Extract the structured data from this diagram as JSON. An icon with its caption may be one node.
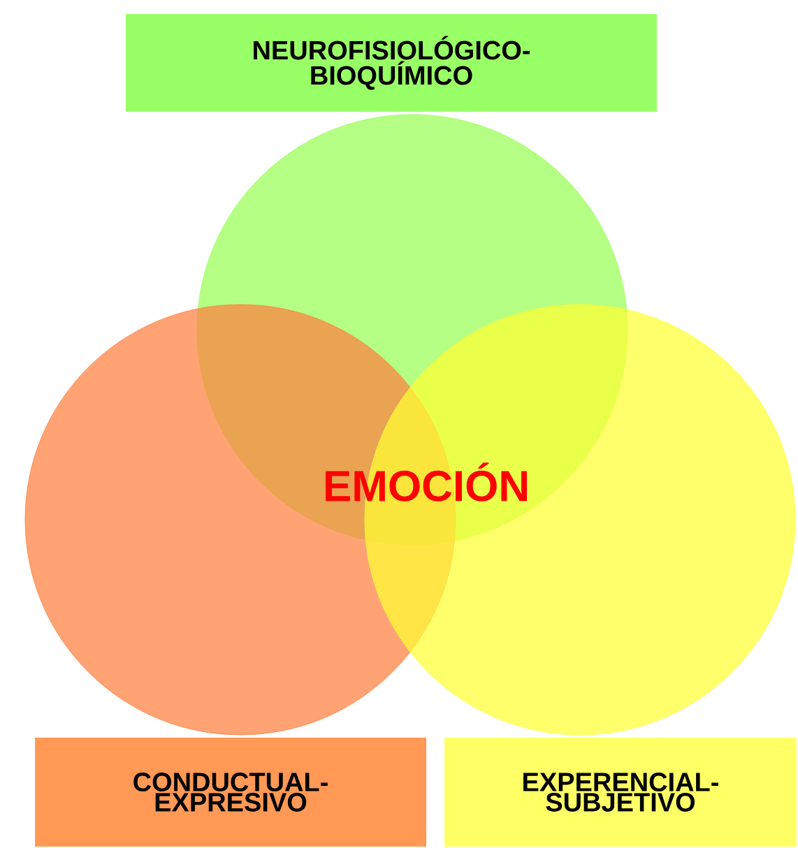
{
  "diagram": {
    "nodes": [
      {
        "text": [
          "NEUROFISIOLÓGICO- BIOQUÍMICO"
        ]
      },
      {
        "text": [],
        "shape": "circle"
      },
      {
        "text": [],
        "shape": "circle"
      },
      {
        "text": [],
        "shape": "circle"
      },
      {
        "text": [
          "CONDUCTUAL- EXPRESIVO"
        ]
      },
      {
        "text": [
          "EXPERENCIAL- SUBJETIVO"
        ]
      }
    ],
    "labels": [
      "EMOCIÓN"
    ]
  }
}
